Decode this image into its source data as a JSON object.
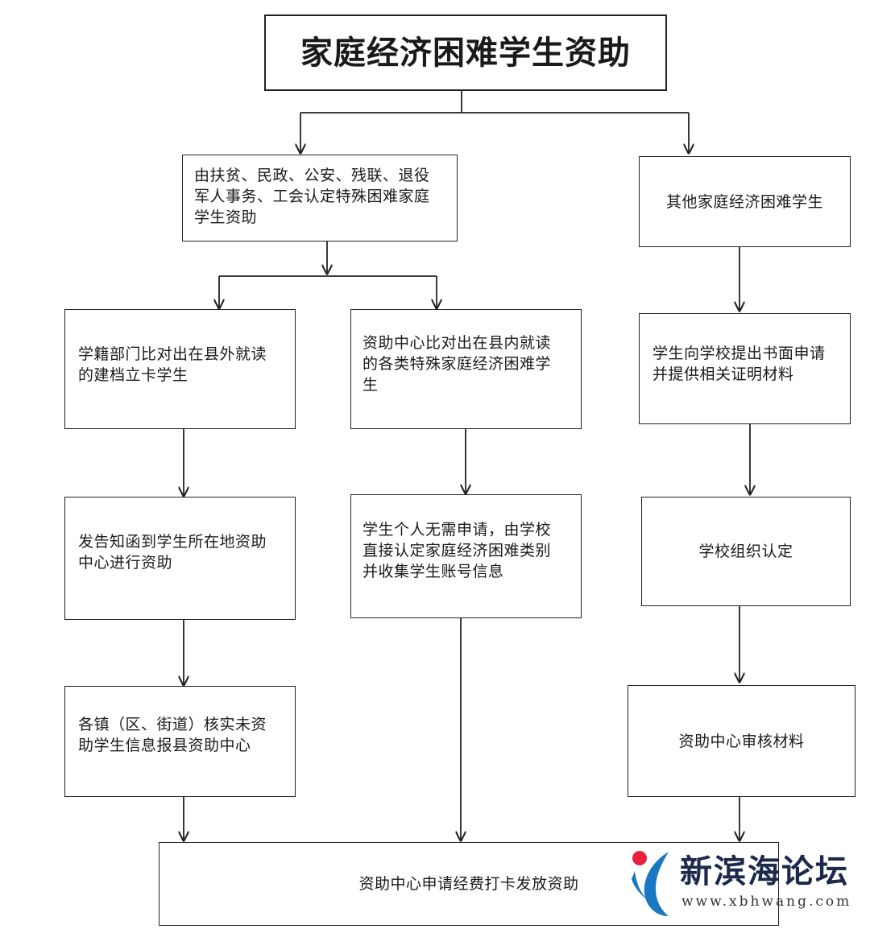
{
  "flowchart": {
    "title": "家庭经济困难学生资助",
    "branch_special": "由扶贫、民政、公安、残联、退役\n军人事务、工会认定特殊困难家庭\n学生资助",
    "branch_other": "其他家庭经济困难学生",
    "left_step1": "学籍部门比对出在县外就读\n的建档立卡学生",
    "left_step2": "发告知函到学生所在地资助\n中心进行资助",
    "left_step3": "各镇（区、街道）核实未资\n助学生信息报县资助中心",
    "mid_step1": "资助中心比对出在县内就读\n的各类特殊家庭经济困难学\n生",
    "mid_step2": "学生个人无需申请，由学校\n直接认定家庭经济困难类别\n并收集学生账号信息",
    "right_step1": "学生向学校提出书面申请\n并提供相关证明材料",
    "right_step2": "学校组织认定",
    "right_step3": "资助中心审核材料",
    "final_step": "资助中心申请经费打卡发放资助"
  },
  "watermark": {
    "name": "新滨海论坛",
    "url": "www.xbhwang.com",
    "logo_colors": {
      "dot": "#e8223c",
      "swoosh": "#1a78c2"
    }
  },
  "colors": {
    "line": "#222222",
    "text": "#1a1a1a"
  }
}
